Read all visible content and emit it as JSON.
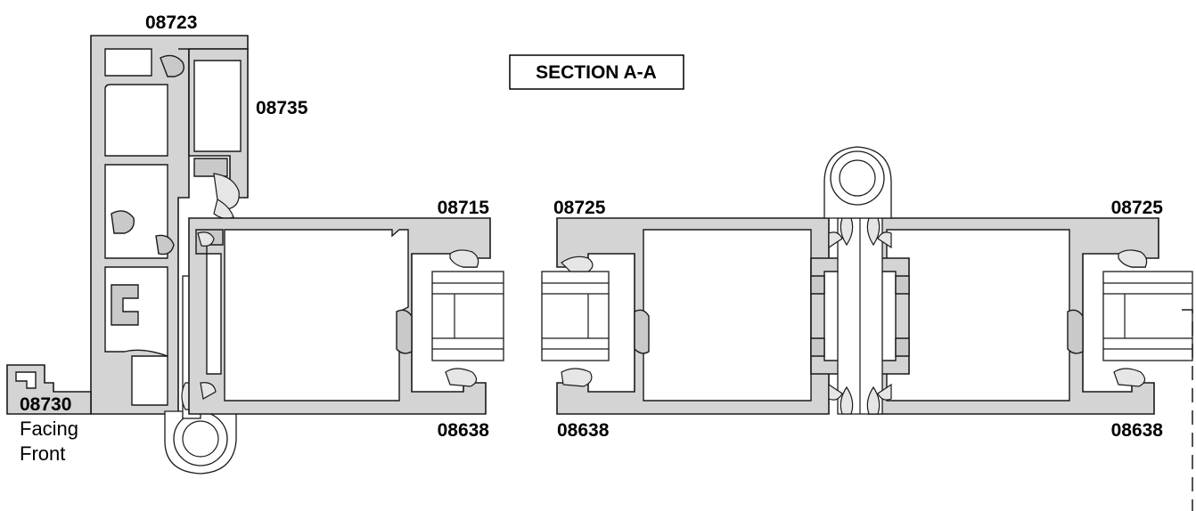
{
  "title": "SECTION A-A",
  "labels": {
    "p08723": "08723",
    "p08735": "08735",
    "p08715": "08715",
    "p08725_left": "08725",
    "p08725_right": "08725",
    "p08730": "08730",
    "facing": "Facing",
    "front": "Front",
    "p08638_a": "08638",
    "p08638_b": "08638",
    "p08638_c": "08638"
  },
  "colors": {
    "aluminum": "#d4d4d4",
    "outline": "#1a1a1a",
    "background": "#ffffff"
  }
}
